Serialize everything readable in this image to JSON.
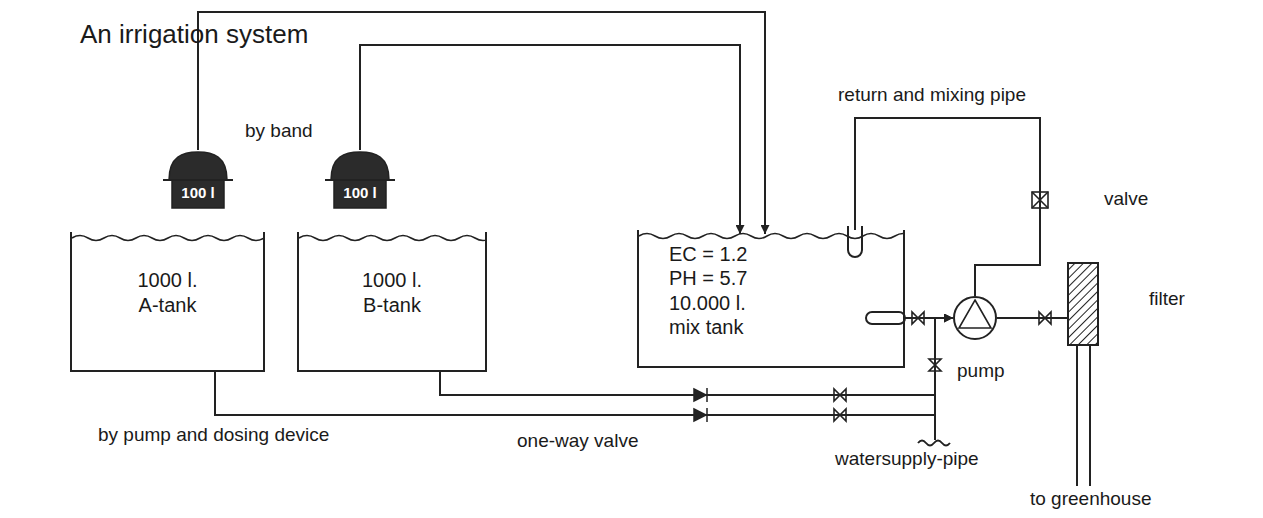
{
  "diagram": {
    "title": "An irrigation system",
    "nodes": [
      {
        "text": [
          "100 l"
        ]
      },
      {
        "text": [
          "100 l"
        ]
      },
      {
        "text": [
          "1000 l.",
          "A-tank"
        ]
      },
      {
        "text": [
          "1000 l.",
          "B-tank"
        ]
      },
      {
        "text": [
          "EC = 1.2",
          "PH = 5.7",
          "10.000 l.",
          "mix tank"
        ]
      },
      {
        "text": [
          "pump"
        ]
      },
      {
        "text": [
          "filter"
        ]
      }
    ],
    "edges": [
      {
        "from": 0,
        "to": 4,
        "arrow": "to"
      },
      {
        "from": 1,
        "to": 4,
        "arrow": "to"
      },
      {
        "from": 2,
        "to": 5,
        "arrow": "to"
      },
      {
        "from": 3,
        "to": 5,
        "arrow": "to"
      },
      {
        "from": 4,
        "to": 5,
        "arrow": "none"
      },
      {
        "from": 5,
        "to": 6,
        "arrow": "none"
      },
      {
        "from": 5,
        "to": 4,
        "arrow": "none"
      }
    ],
    "labels": [
      "by band",
      "return and mixing pipe",
      "valve",
      "by pump and dosing device",
      "one-way valve",
      "watersupply-pipe",
      "to greenhouse"
    ]
  }
}
